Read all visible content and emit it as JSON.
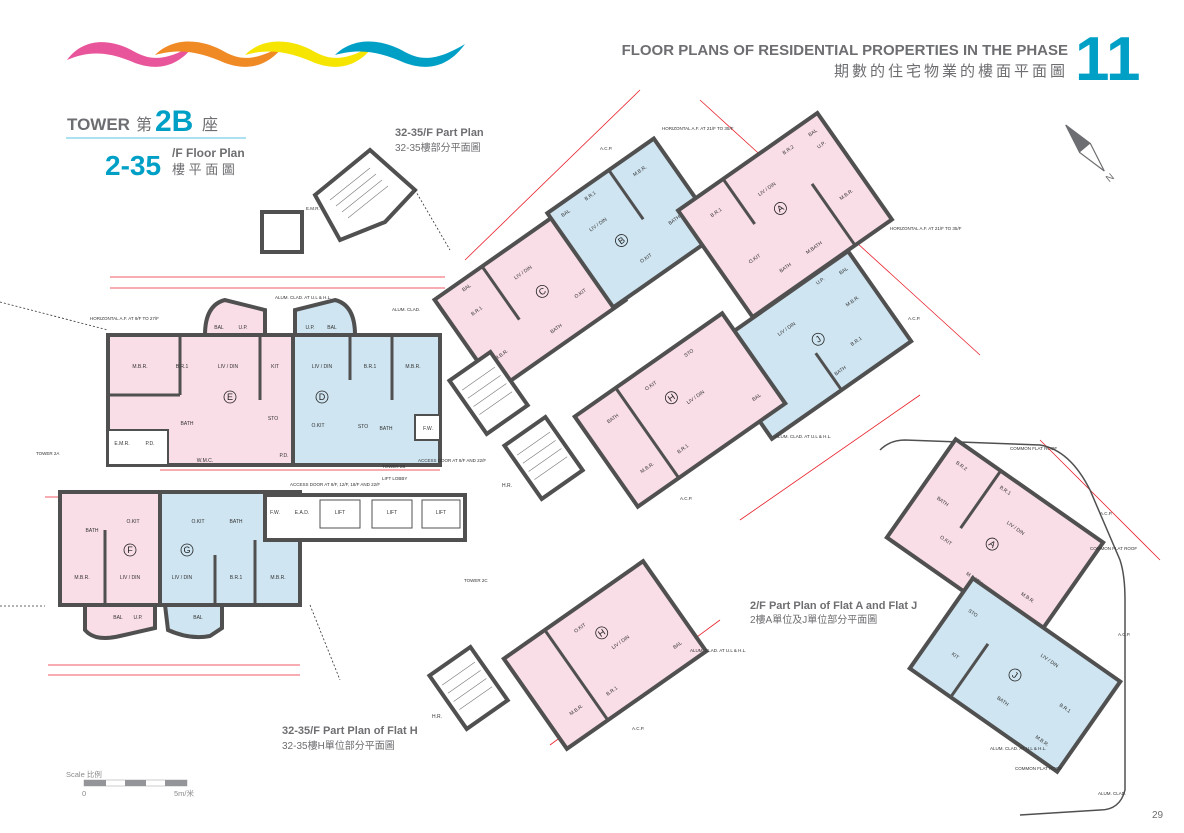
{
  "header": {
    "title_en": "FLOOR PLANS OF RESIDENTIAL PROPERTIES IN THE PHASE",
    "title_zh": "期數的住宅物業的樓面平面圖",
    "section_number": "11"
  },
  "tower": {
    "prefix": "TOWER",
    "zh_prefix": "第",
    "number": "2B",
    "zh_suffix": "座",
    "floors": "2-35",
    "floor_plan_en": "/F Floor Plan",
    "floor_plan_zh": "樓 平 面 圖"
  },
  "plans": {
    "part_32_35": {
      "en": "32-35/F Part Plan",
      "zh": "32-35樓部分平面圖"
    },
    "part_flat_h": {
      "en": "32-35/F Part Plan of Flat H",
      "zh": "32-35樓H單位部分平面圖"
    },
    "part_flat_aj": {
      "en": "2/F Part Plan of Flat A and Flat J",
      "zh": "2樓A單位及J單位部分平面圖"
    }
  },
  "labels": {
    "tower_2a": "TOWER 2A",
    "tower_2b": "TOWER 2B",
    "tower_2c": "TOWER 2C",
    "lift_lobby": "LIFT LOBBY",
    "lift": "LIFT",
    "horizontal_af_9_27": "HORIZONTAL A.F. AT 9/F TO 27/F",
    "horizontal_af_21_35": "HORIZONTAL A.F. AT 21/F TO 35/F",
    "alum_clad_ul_hl": "ALUM. CLAD. AT U.L & H.L.",
    "alum_clad": "ALUM. CLAD.",
    "access_door_8_22": "ACCESS DOOR AT 8/F AND 22/F",
    "access_door_multi": "ACCESS DOOR AT 8/F, 12/F, 18/F AND 22/F",
    "common_flat_roof": "COMMON FLAT ROOF",
    "acp": "A.C.P.",
    "af": "A.F.",
    "emr": "E.M.R.",
    "pd": "P.D.",
    "fw": "F.W.",
    "ead": "E.A.D.",
    "wmc": "W.M.C.",
    "hr": "H.R."
  },
  "flats": {
    "E": {
      "letter": "E",
      "rooms": [
        "M.B.R.",
        "B.R.1",
        "LIV / DIN",
        "KIT",
        "BATH",
        "STO",
        "BAL",
        "U.P."
      ]
    },
    "D": {
      "letter": "D",
      "rooms": [
        "LIV / DIN",
        "B.R.1",
        "M.B.R.",
        "O.KIT",
        "STO",
        "BATH",
        "U.P.",
        "BAL"
      ]
    },
    "F": {
      "letter": "F",
      "rooms": [
        "BATH",
        "O.KIT",
        "M.B.R.",
        "LIV / DIN",
        "BAL",
        "U.P."
      ]
    },
    "G": {
      "letter": "G",
      "rooms": [
        "O.KIT",
        "LIV / DIN",
        "B.R.1",
        "M.B.R.",
        "BATH",
        "BAL"
      ]
    },
    "C": {
      "letter": "C",
      "rooms": [
        "LIV / DIN",
        "M.B.R.",
        "B.R.1",
        "O.KIT",
        "BATH",
        "BAL"
      ]
    },
    "B": {
      "letter": "B",
      "rooms": [
        "LIV / DIN",
        "M.B.R.",
        "B.R.1",
        "O.KIT",
        "BATH",
        "BAL"
      ]
    },
    "A": {
      "letter": "A",
      "rooms": [
        "LIV / DIN",
        "B.R.1",
        "B.R.2",
        "M.B.R.",
        "O.KIT",
        "M.BATH",
        "BATH",
        "BAL",
        "U.P."
      ]
    },
    "J": {
      "letter": "J",
      "rooms": [
        "LIV / DIN",
        "B.R.1",
        "M.B.R.",
        "KIT",
        "STO",
        "BATH",
        "BAL",
        "U.P."
      ]
    },
    "H": {
      "letter": "H",
      "rooms": [
        "LIV / DIN",
        "M.B.R.",
        "B.R.1",
        "O.KIT",
        "STO",
        "BATH",
        "BAL"
      ]
    }
  },
  "scale": {
    "label": "Scale 比例",
    "start": "0",
    "end": "5m/米"
  },
  "compass": {
    "label": "N"
  },
  "page_number": "29",
  "colors": {
    "pink_flat": "#f9dde7",
    "blue_flat": "#cfe5f1",
    "wall": "#505050",
    "dimension": "#e8212b",
    "accent": "#00a0c6",
    "text_gray": "#6d6e71",
    "wave_pink": "#e8559b",
    "wave_orange": "#f08a24",
    "wave_yellow": "#f6e500",
    "wave_blue": "#00a0c6"
  }
}
